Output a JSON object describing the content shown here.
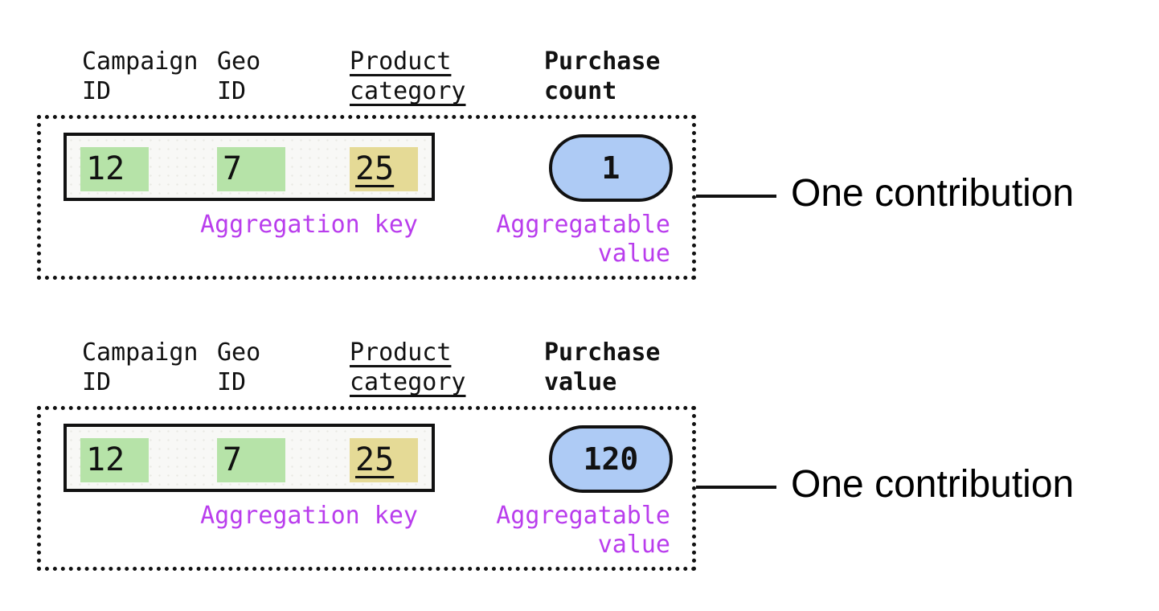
{
  "colors": {
    "green": "#b6e3a8",
    "khaki": "#e5da96",
    "blue": "#aecbf5",
    "purple": "#b93ded",
    "ink": "#111111",
    "record-bg": "#f8f8f6"
  },
  "panels": [
    {
      "headers": {
        "campaign": "Campaign\nID",
        "geo": "Geo\nID",
        "product": "Product\ncategory",
        "metric": "Purchase\ncount"
      },
      "record": {
        "campaign_id": "12",
        "geo_id": "7",
        "product_category": "25"
      },
      "pill_value": "1",
      "labels": {
        "aggregation_key": "Aggregation key",
        "aggregatable_value": "Aggregatable\nvalue"
      },
      "annotation": "One contribution"
    },
    {
      "headers": {
        "campaign": "Campaign\nID",
        "geo": "Geo\nID",
        "product": "Product\ncategory",
        "metric": "Purchase\nvalue"
      },
      "record": {
        "campaign_id": "12",
        "geo_id": "7",
        "product_category": "25"
      },
      "pill_value": "120",
      "labels": {
        "aggregation_key": "Aggregation key",
        "aggregatable_value": "Aggregatable\nvalue"
      },
      "annotation": "One contribution"
    }
  ]
}
